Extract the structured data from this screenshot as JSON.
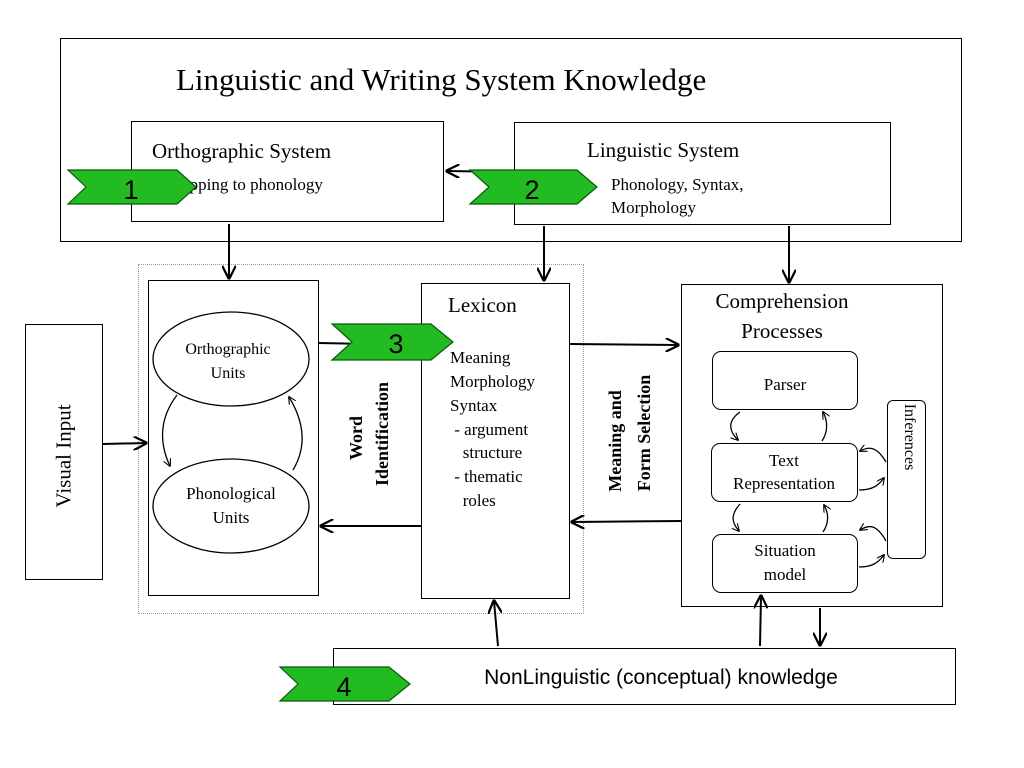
{
  "outer": {
    "title": "Linguistic and Writing System Knowledge"
  },
  "orthographic_system": {
    "title": "Orthographic System",
    "subtitle": "Mapping to phonology"
  },
  "linguistic_system": {
    "title": "Linguistic System",
    "line1": "Phonology, Syntax,",
    "line2": "Morphology"
  },
  "visual_input": {
    "label": "Visual Input"
  },
  "units": {
    "ortho_line1": "Orthographic",
    "ortho_line2": "Units",
    "phono_line1": "Phonological",
    "phono_line2": "Units"
  },
  "word_identification": {
    "line1": "Word",
    "line2": "Identification"
  },
  "lexicon": {
    "title": "Lexicon",
    "items": [
      "Meaning",
      "Morphology",
      "Syntax",
      " - argument",
      "   structure",
      " - thematic",
      "   roles"
    ]
  },
  "meaning_form": {
    "line1": "Meaning and",
    "line2": "Form Selection"
  },
  "comprehension": {
    "title_line1": "Comprehension",
    "title_line2": "Processes",
    "parser": "Parser",
    "text_rep_line1": "Text",
    "text_rep_line2": "Representation",
    "situation_line1": "Situation",
    "situation_line2": "model",
    "inferences": "Inferences"
  },
  "nonlinguistic": {
    "label": "NonLinguistic (conceptual) knowledge"
  },
  "badges": [
    "1",
    "2",
    "3",
    "4"
  ],
  "colors": {
    "badge_fill": "#22bb22",
    "badge_stroke": "#0a5a0a",
    "stroke": "#000000"
  }
}
